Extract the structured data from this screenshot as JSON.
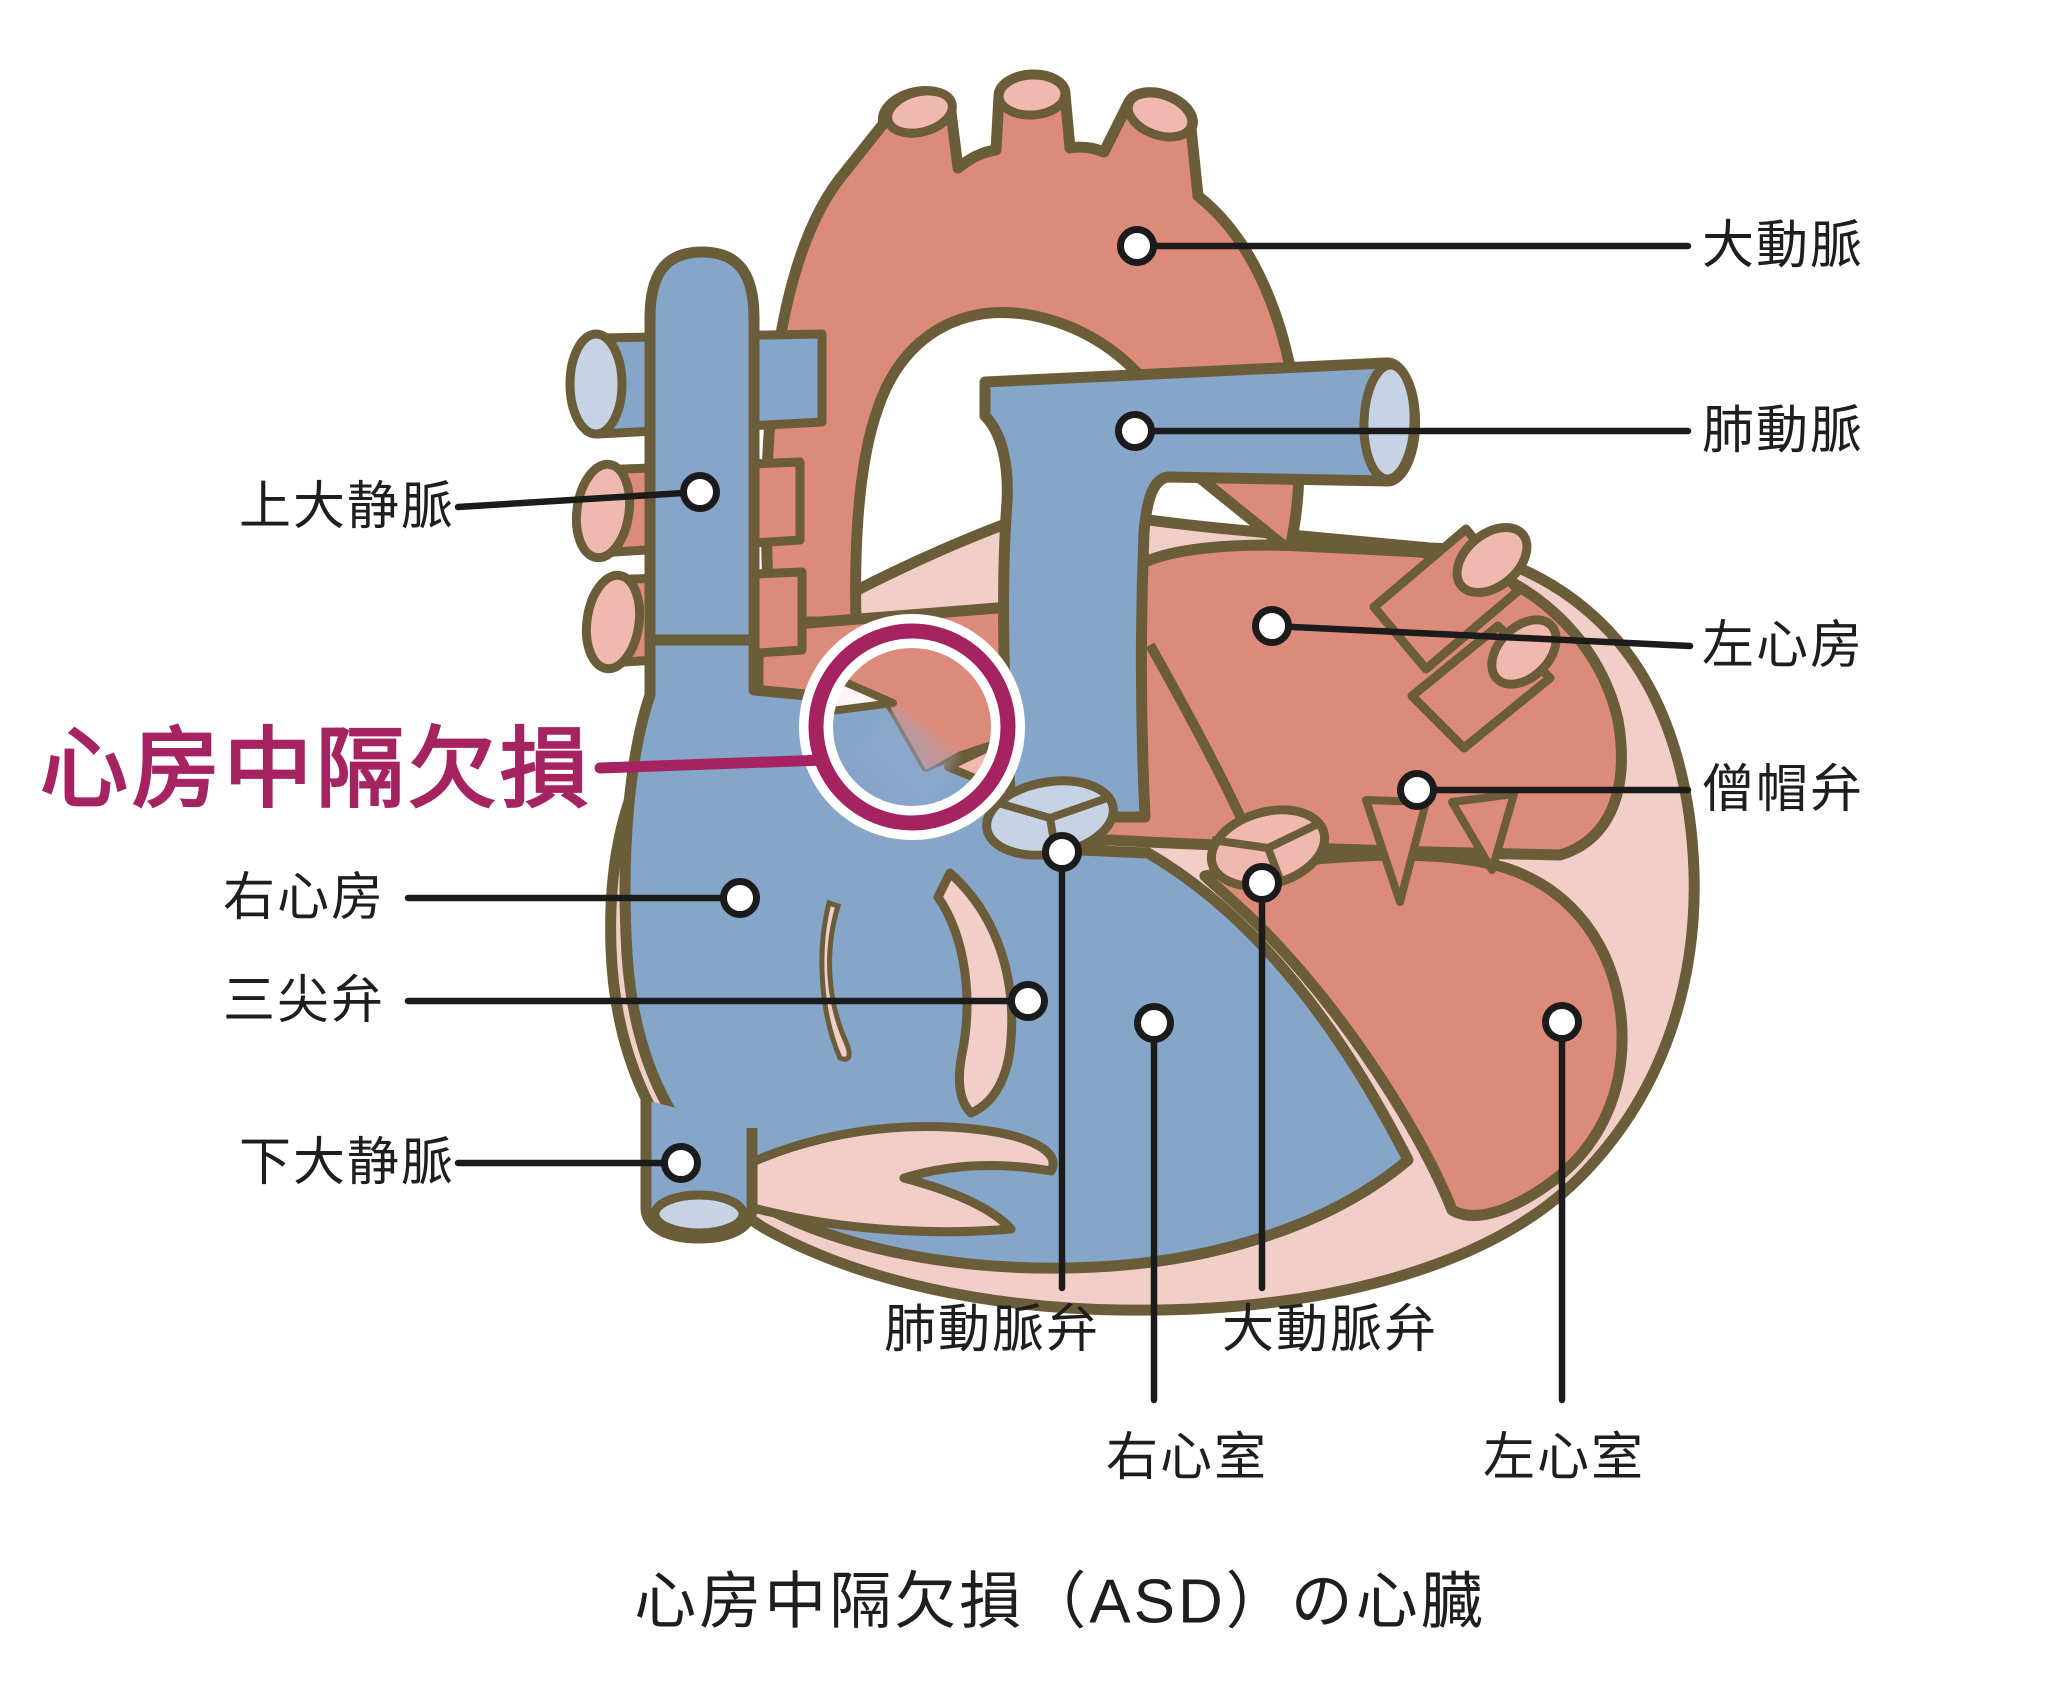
{
  "figure": {
    "caption": "心房中隔欠損（ASD）の心臓",
    "highlight": {
      "label": "心房中隔欠損"
    },
    "labels": {
      "aorta": "大動脈",
      "pulmonary_artery": "肺動脈",
      "left_atrium": "左心房",
      "mitral_valve": "僧帽弁",
      "superior_vena_cava": "上大静脈",
      "right_atrium": "右心房",
      "tricuspid_valve": "三尖弁",
      "inferior_vena_cava": "下大静脈",
      "pulmonary_valve": "肺動脈弁",
      "right_ventricle": "右心室",
      "aortic_valve": "大動脈弁",
      "left_ventricle": "左心室"
    },
    "colors": {
      "arterial": "#DC8B7B",
      "arterial_light": "#F0B8AE",
      "venous": "#85A6C9",
      "vessel_cut": "#C5D3E4",
      "wall": "#F2CEC9",
      "outline": "#6B5D39",
      "highlight": "#A52361",
      "text": "#1E1E1E",
      "background": "#FFFFFF"
    }
  }
}
